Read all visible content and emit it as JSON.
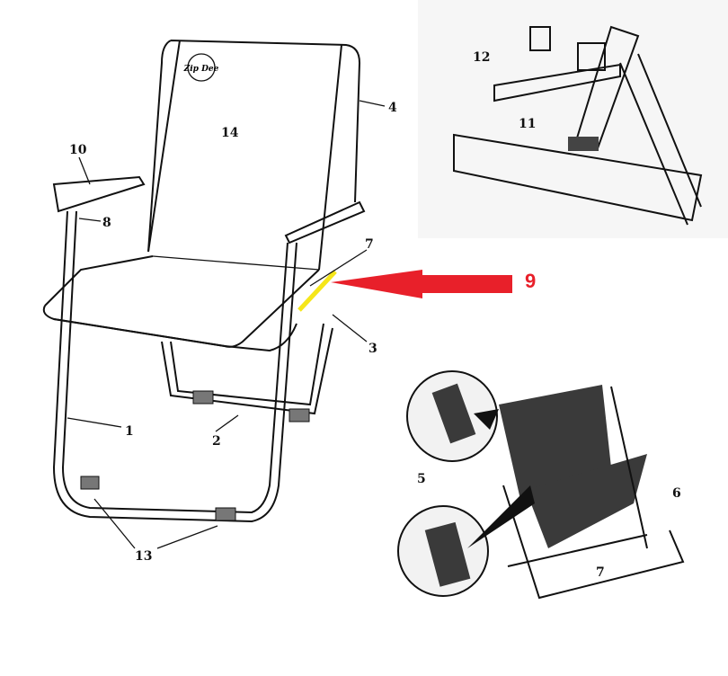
{
  "logo": "Zip Dee",
  "labels": {
    "l1": "1",
    "l2": "2",
    "l3": "3",
    "l4": "4",
    "l5": "5",
    "l6": "6",
    "l7a": "7",
    "l7b": "7",
    "l8": "8",
    "l9": "9",
    "l10": "10",
    "l11": "11",
    "l12": "12",
    "l13": "13",
    "l14": "14"
  },
  "colors": {
    "highlight": "#f5e61a",
    "arrow": "#e8202a",
    "fabric": "#3a3a3a"
  }
}
